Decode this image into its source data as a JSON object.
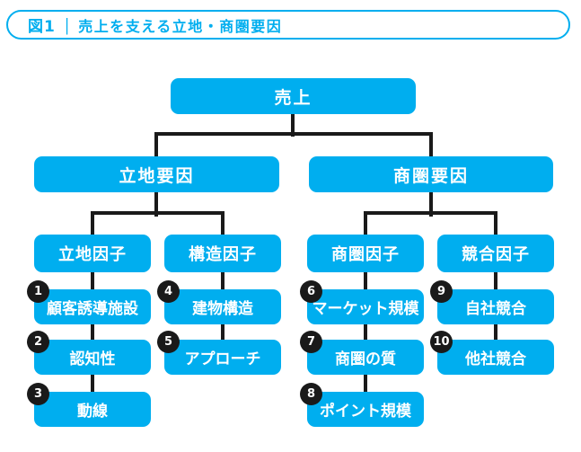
{
  "colors": {
    "accent": "#00AEEF",
    "line": "#1A1A1A",
    "badge_bg": "#1A1A1A",
    "node_text": "#FFFFFF",
    "background": "#FFFFFF"
  },
  "header": {
    "label": "図1",
    "separator": "|",
    "title": "売上を支える立地・商圏要因"
  },
  "tree": {
    "root": {
      "label": "売上"
    },
    "branches": [
      {
        "label": "立地要因",
        "children": [
          {
            "label": "立地因子",
            "items": [
              {
                "num": "1",
                "label": "顧客誘導施設"
              },
              {
                "num": "2",
                "label": "認知性"
              },
              {
                "num": "3",
                "label": "動線"
              }
            ]
          },
          {
            "label": "構造因子",
            "items": [
              {
                "num": "4",
                "label": "建物構造"
              },
              {
                "num": "5",
                "label": "アプローチ"
              }
            ]
          }
        ]
      },
      {
        "label": "商圏要因",
        "children": [
          {
            "label": "商圏因子",
            "items": [
              {
                "num": "6",
                "label": "マーケット規模"
              },
              {
                "num": "7",
                "label": "商圏の質"
              },
              {
                "num": "8",
                "label": "ポイント規模"
              }
            ]
          },
          {
            "label": "競合因子",
            "items": [
              {
                "num": "9",
                "label": "自社競合"
              },
              {
                "num": "10",
                "label": "他社競合"
              }
            ]
          }
        ]
      }
    ]
  }
}
